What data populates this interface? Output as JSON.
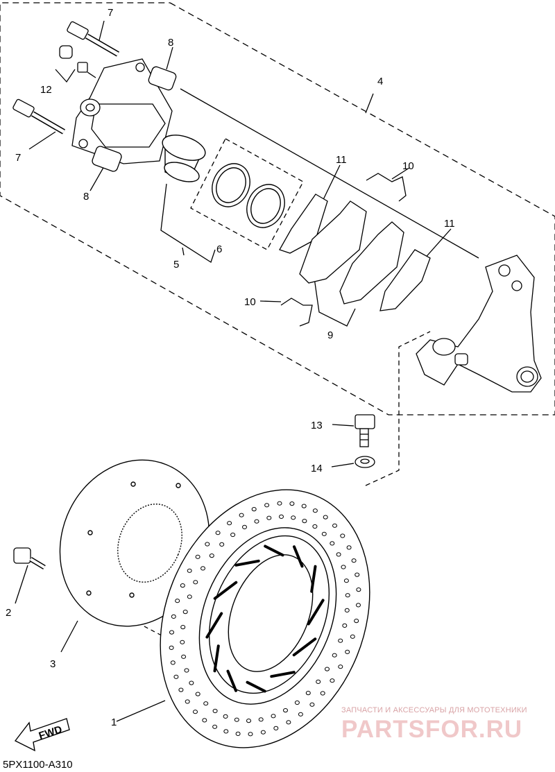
{
  "diagram": {
    "callouts": [
      "1",
      "2",
      "3",
      "4",
      "5",
      "6",
      "7",
      "7",
      "8",
      "8",
      "9",
      "10",
      "10",
      "11",
      "11",
      "12",
      "13",
      "14"
    ],
    "arrow_label": "FWD",
    "drawing_code": "5PX1100-A310"
  },
  "watermark": {
    "line": "ЗАПЧАСТИ И АКСЕССУАРЫ ДЛЯ МОТОТЕХНИКИ",
    "logo": "PARTSFOR.RU"
  }
}
